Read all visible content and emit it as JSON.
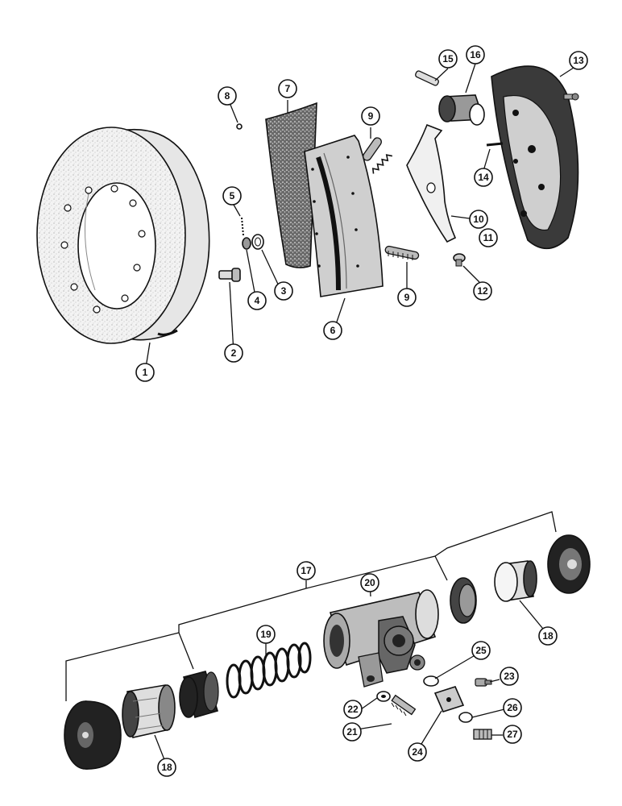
{
  "callouts": {
    "c1": "1",
    "c2": "2",
    "c3": "3",
    "c4": "4",
    "c5": "5",
    "c6": "6",
    "c7": "7",
    "c8": "8",
    "c9a": "9",
    "c9b": "9",
    "c10": "10",
    "c11": "11",
    "c12": "12",
    "c13": "13",
    "c14": "14",
    "c15": "15",
    "c16": "16",
    "c17": "17",
    "c18a": "18",
    "c18b": "18",
    "c19": "19",
    "c20": "20",
    "c21": "21",
    "c22": "22",
    "c23": "23",
    "c24": "24",
    "c25": "25",
    "c26": "26",
    "c27": "27"
  }
}
